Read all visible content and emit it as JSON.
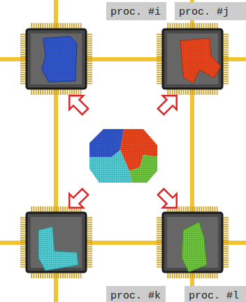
{
  "diagram": {
    "nodes": [
      {
        "text": [
          "proc. #i"
        ]
      },
      {
        "text": [
          "proc. #j"
        ]
      },
      {
        "text": [
          "proc. #k"
        ]
      },
      {
        "text": [
          "proc. #l"
        ]
      }
    ]
  }
}
